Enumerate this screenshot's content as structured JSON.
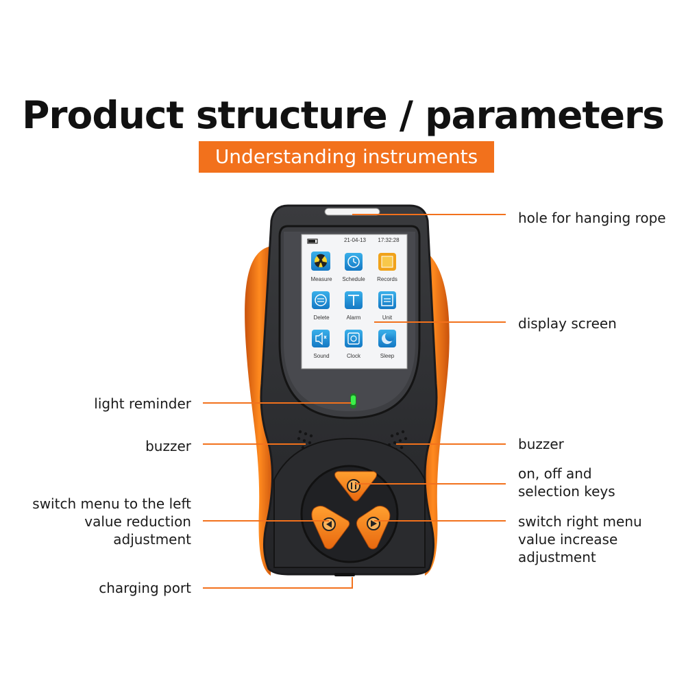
{
  "header": {
    "title": "Product structure / parameters",
    "subtitle": "Understanding instruments"
  },
  "callouts": {
    "hole": "hole for hanging rope",
    "display": "display screen",
    "light": "light reminder",
    "buzzer_left": "buzzer",
    "buzzer_right": "buzzer",
    "power_line1": "on, off and",
    "power_line2": "selection keys",
    "left_line1": "switch menu to the left",
    "left_line2": "value reduction",
    "left_line3": "adjustment",
    "right_line1": "switch right menu",
    "right_line2": "value increase",
    "right_line3": "adjustment",
    "charging": "charging port"
  },
  "device_screen": {
    "date": "21-04-13",
    "time": "17:32:28",
    "apps": [
      "Measure",
      "Schedule",
      "Records",
      "Delete",
      "Alarm",
      "Unit",
      "Sound",
      "Clock",
      "Sleep"
    ]
  },
  "colors": {
    "accent": "#f2711c",
    "device_body": "#2f3033",
    "device_side": "#f27a1a",
    "led": "#3cf04a"
  }
}
